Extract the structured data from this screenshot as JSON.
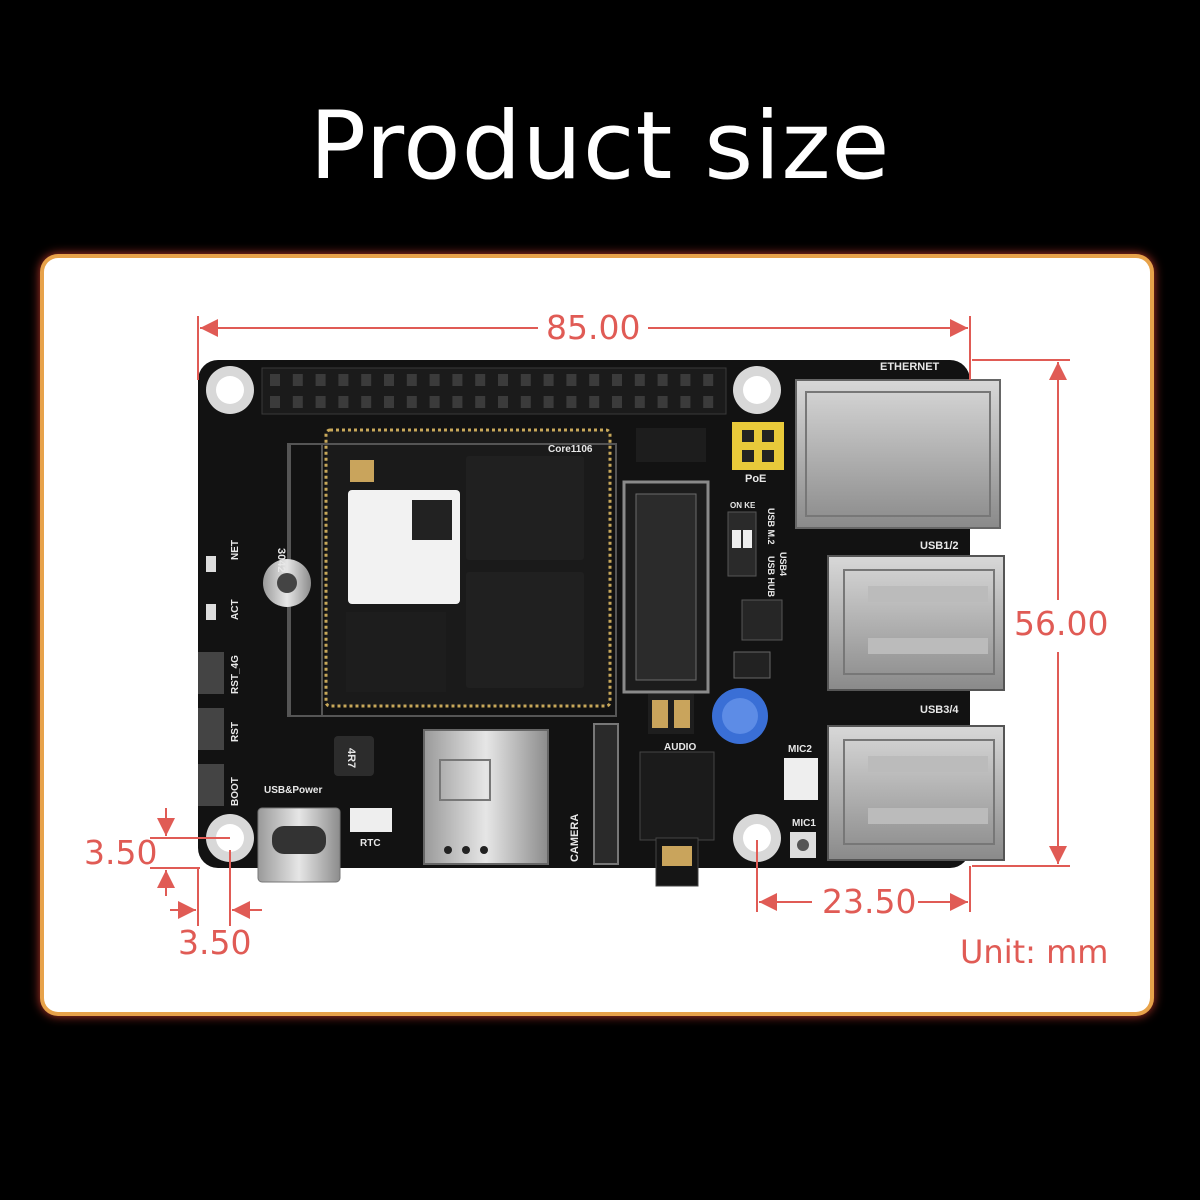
{
  "title": "Product size",
  "unit_label": "Unit: mm",
  "dimensions": {
    "width": "85.00",
    "height": "56.00",
    "hole_spacing": "23.50",
    "hole_offset_y": "3.50",
    "hole_offset_x": "3.50"
  },
  "board_labels": {
    "ethernet": "ETHERNET",
    "poe": "PoE",
    "usb12": "USB1/2",
    "usb34": "USB3/4",
    "audio": "AUDIO",
    "mic1": "MIC1",
    "mic2": "MIC2",
    "camera": "CAMERA",
    "rtc": "RTC",
    "usb_power": "USB&Power",
    "net": "NET",
    "act": "ACT",
    "rst4g": "RST_4G",
    "rst": "RST",
    "boot": "BOOT",
    "slot3042": "3042",
    "core": "Core1106",
    "usb_hub": "USB HUB",
    "usb_m2": "USB M.2",
    "usb4": "USB4",
    "on_ke": "ON KE",
    "inductor": "4R7"
  },
  "colors": {
    "dimension": "#e05b55",
    "board": "#111111",
    "frame_glow": "#e7a24a"
  }
}
